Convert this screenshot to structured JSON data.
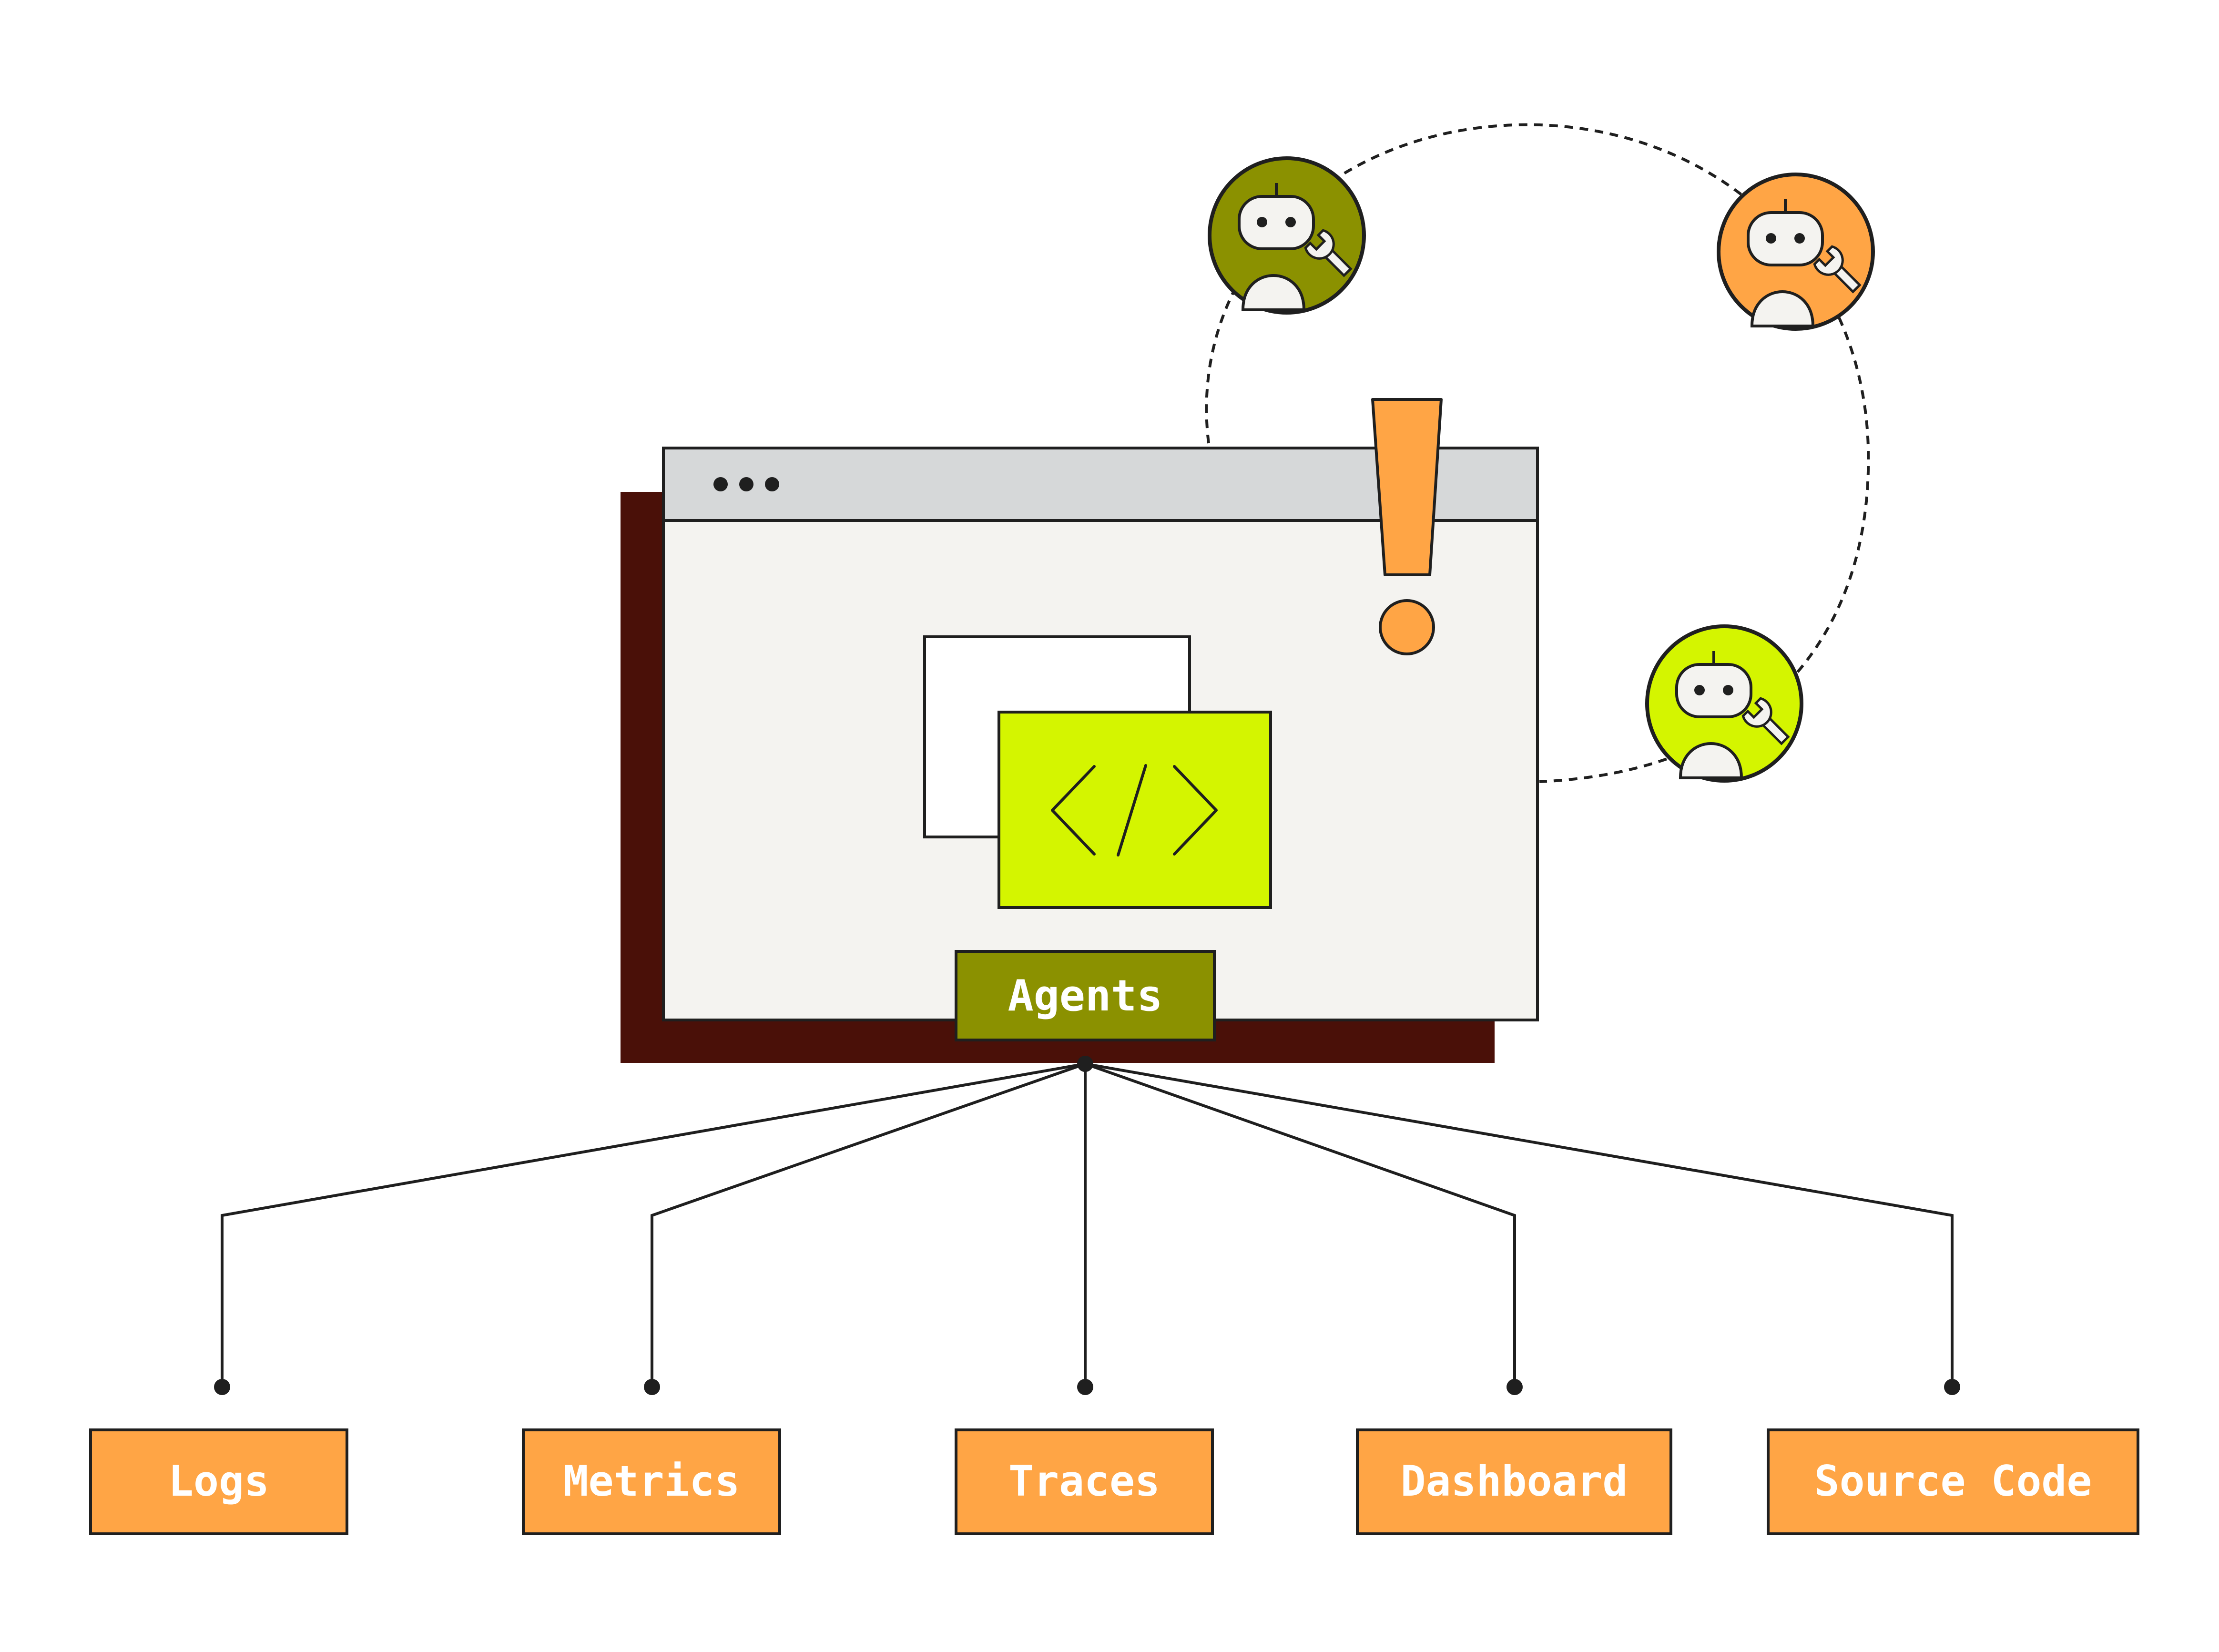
{
  "colors": {
    "background": "#ffffff",
    "outline": "#1f1f1f",
    "shadow": "#4a1008",
    "window_titlebar": "#d6d8d9",
    "window_body": "#f4f3f0",
    "code_panel": "#d4f500",
    "agents_box": "#8b9100",
    "source_box": "#ffa545",
    "alert": "#ffa545",
    "agent_olive": "#8b9100",
    "agent_orange": "#ffa545",
    "agent_lime": "#d4f500"
  },
  "window": {
    "titlebar_dots": 3,
    "code_icon": "code-brackets-icon"
  },
  "hub": {
    "label": "Agents"
  },
  "agents": [
    {
      "name": "agent-olive",
      "icon": "robot-with-wrench-icon",
      "color": "#8b9100"
    },
    {
      "name": "agent-orange",
      "icon": "robot-with-wrench-icon",
      "color": "#ffa545"
    },
    {
      "name": "agent-lime",
      "icon": "robot-with-wrench-icon",
      "color": "#d4f500"
    }
  ],
  "alert_icon": "exclamation-icon",
  "sources": [
    {
      "label": "Logs"
    },
    {
      "label": "Metrics"
    },
    {
      "label": "Traces"
    },
    {
      "label": "Dashboard"
    },
    {
      "label": "Source Code"
    }
  ]
}
